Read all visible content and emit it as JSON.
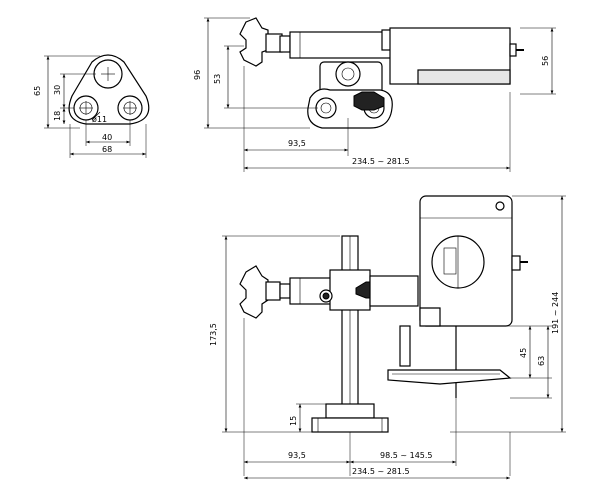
{
  "dimensions": {
    "top_left": {
      "height_65": "65",
      "height_30": "30",
      "height_18": "18",
      "hole_dia": "ø11",
      "width_40": "40",
      "width_68": "68"
    },
    "top_view": {
      "height_96": "96",
      "height_53": "53",
      "height_56": "56",
      "len_93_5": "93,5",
      "len_total": "234.5 ~ 281.5"
    },
    "front_view": {
      "height_173_5": "173,5",
      "height_191_244": "191 ~ 244",
      "height_45": "45",
      "height_63": "63",
      "height_15": "15",
      "len_93_5": "93,5",
      "len_mid": "98.5 ~ 145.5",
      "len_total": "234.5 ~ 281.5"
    }
  }
}
